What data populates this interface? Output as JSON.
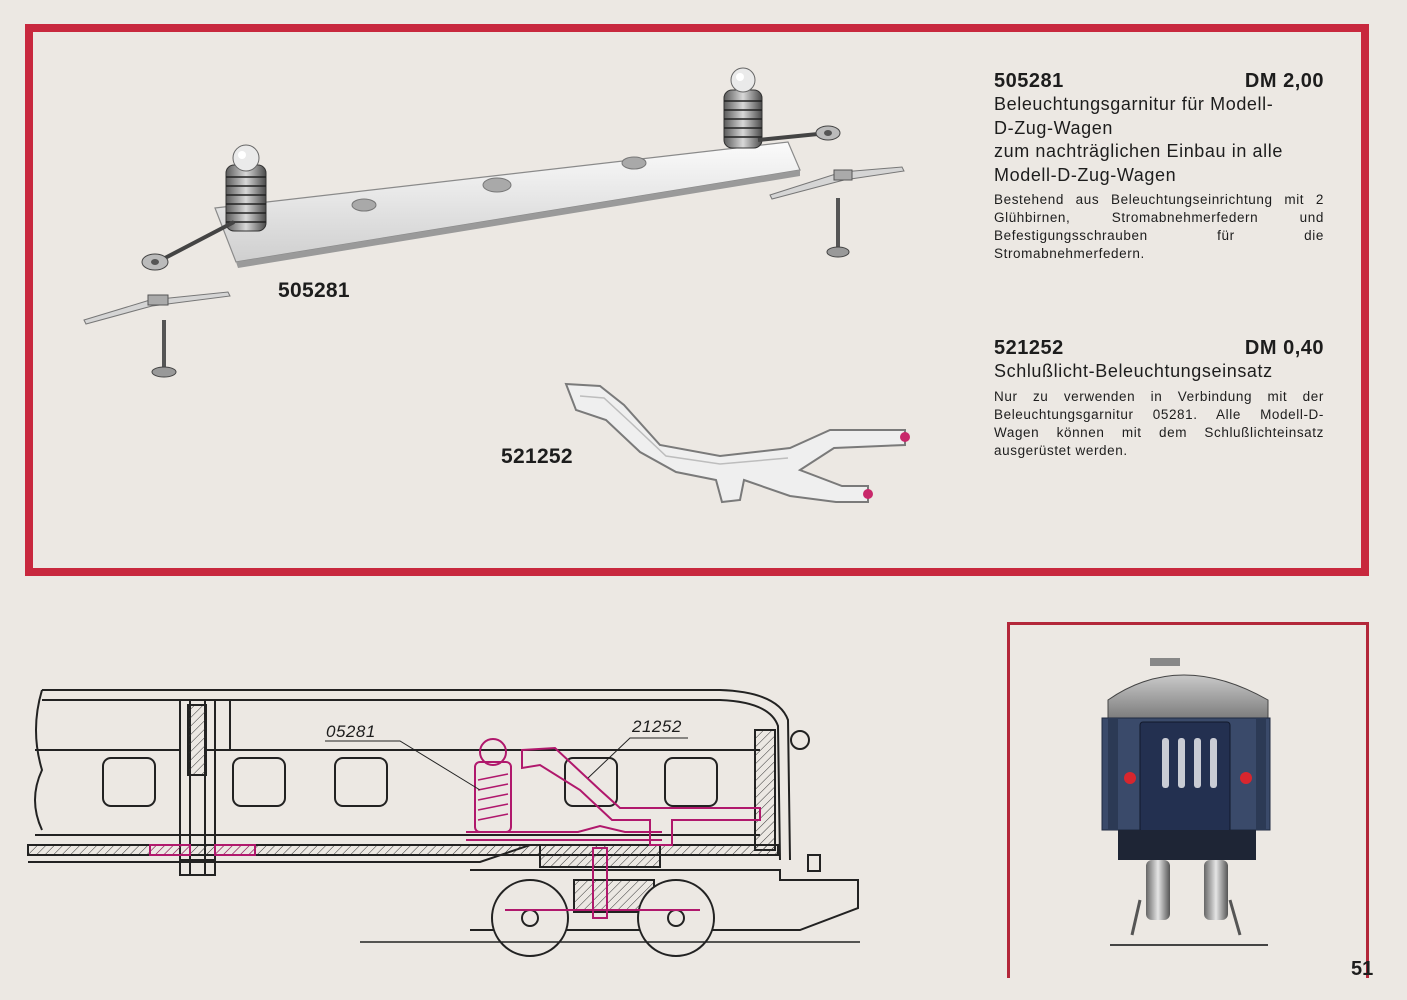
{
  "products": [
    {
      "number": "505281",
      "price": "DM 2,00",
      "title_lines": [
        "Beleuchtungsgarnitur für Modell-",
        "D-Zug-Wagen",
        "zum nachträglichen Einbau in alle",
        "Modell-D-Zug-Wagen"
      ],
      "description": "Bestehend aus Beleuchtungseinrichtung mit 2 Glühbirnen, Stromabnehmerfedern und Befestigungsschrauben für die Stromabnehmerfedern."
    },
    {
      "number": "521252",
      "price": "DM 0,40",
      "title_lines": [
        "Schlußlicht-Beleuchtungseinsatz"
      ],
      "description": "Nur zu verwenden in Verbindung mit der Beleuchtungsgarnitur 05281. Alle Modell-D-Wagen können mit dem Schlußlichteinsatz ausgerüstet werden."
    }
  ],
  "figure_labels": {
    "photo_505281": "505281",
    "photo_521252": "521252",
    "diagram_05281": "05281",
    "diagram_21252": "21252"
  },
  "page_number": "51",
  "colors": {
    "frame_red": "#c8283e",
    "highlight_magenta": "#b0186c",
    "coach_blue": "#3a4a6a",
    "background": "#ece8e3"
  }
}
